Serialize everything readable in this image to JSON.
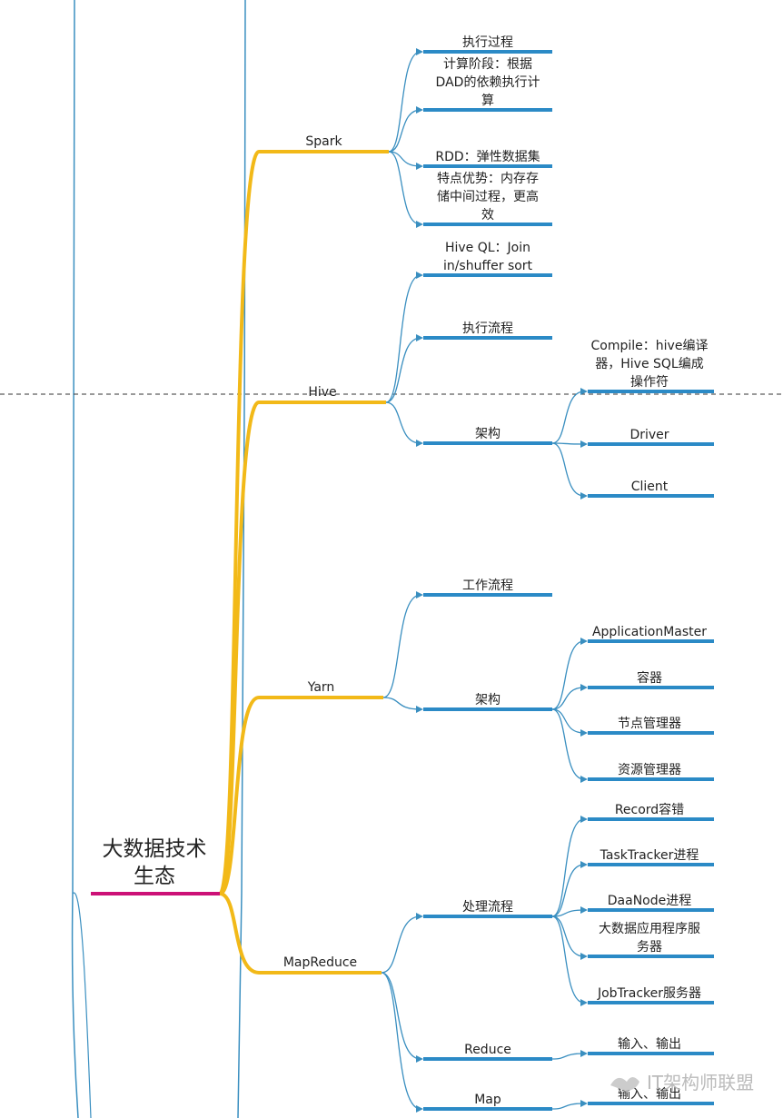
{
  "root": {
    "line1": "大数据技术",
    "line2": "生态"
  },
  "branches": {
    "spark": {
      "label": "Spark",
      "children": [
        {
          "lines": [
            "执行过程"
          ]
        },
        {
          "lines": [
            "计算阶段：根据",
            "DAD的依赖执行计",
            "算"
          ]
        },
        {
          "lines": [
            "RDD：弹性数据集"
          ]
        },
        {
          "lines": [
            "特点优势：内存存",
            "储中间过程，更高",
            "效"
          ]
        }
      ]
    },
    "hive": {
      "label": "Hive",
      "children": [
        {
          "lines": [
            "Hive QL：Join",
            "in/shuffer sort"
          ]
        },
        {
          "lines": [
            "执行流程"
          ]
        },
        {
          "lines": [
            "架构"
          ],
          "children": [
            {
              "lines": [
                "Compile：hive编译",
                "器，Hive SQL编成",
                "操作符"
              ]
            },
            {
              "lines": [
                "Driver"
              ]
            },
            {
              "lines": [
                "Client"
              ]
            }
          ]
        }
      ]
    },
    "yarn": {
      "label": "Yarn",
      "children": [
        {
          "lines": [
            "工作流程"
          ]
        },
        {
          "lines": [
            "架构"
          ],
          "children": [
            {
              "lines": [
                "ApplicationMaster"
              ]
            },
            {
              "lines": [
                "容器"
              ]
            },
            {
              "lines": [
                "节点管理器"
              ]
            },
            {
              "lines": [
                "资源管理器"
              ]
            }
          ]
        }
      ]
    },
    "mapreduce": {
      "label": "MapReduce",
      "children": [
        {
          "lines": [
            "处理流程"
          ],
          "children": [
            {
              "lines": [
                "Record容错"
              ]
            },
            {
              "lines": [
                "TaskTracker进程"
              ]
            },
            {
              "lines": [
                "DaaNode进程"
              ]
            },
            {
              "lines": [
                "大数据应用程序服",
                "务器"
              ]
            },
            {
              "lines": [
                "JobTracker服务器"
              ]
            }
          ]
        },
        {
          "lines": [
            "Reduce"
          ],
          "children": [
            {
              "lines": [
                "输入、输出"
              ]
            }
          ]
        },
        {
          "lines": [
            "Map"
          ],
          "children": [
            {
              "lines": [
                "输入、输出"
              ]
            }
          ]
        }
      ]
    }
  },
  "watermark": "IT架构师联盟",
  "colors": {
    "root": "#cc1177",
    "level1": "#f2b918",
    "level2": "#2b8ac6",
    "connector": "#3a8fc0"
  }
}
